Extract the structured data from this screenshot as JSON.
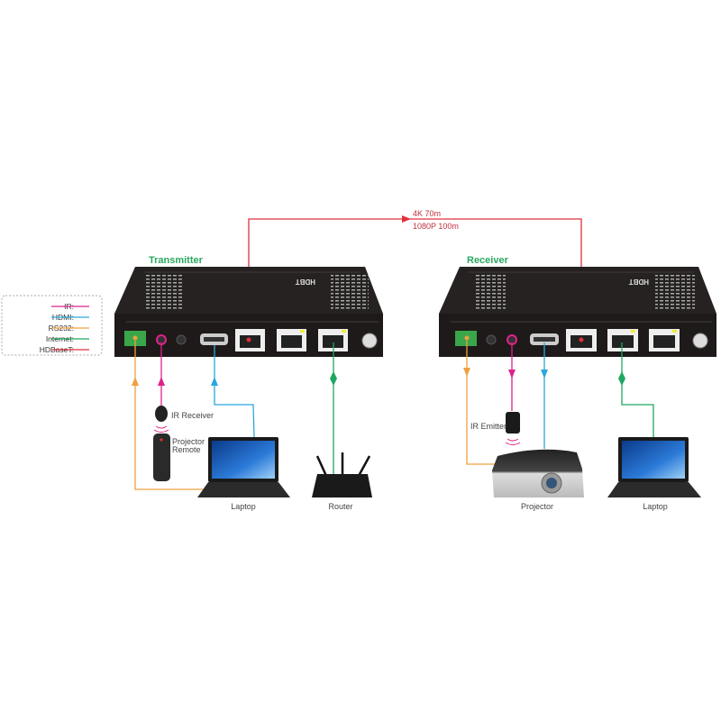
{
  "legend": {
    "items": [
      {
        "label": "IR:",
        "color": "#e0218a"
      },
      {
        "label": "HDMI:",
        "color": "#2aa7dc"
      },
      {
        "label": "RS232:",
        "color": "#f0a040"
      },
      {
        "label": "Internet:",
        "color": "#1fa860"
      },
      {
        "label": "HDBaseT:",
        "color": "#e0303c"
      }
    ]
  },
  "link": {
    "line1": "4K 70m",
    "line2": "1080P 100m"
  },
  "transmitter": {
    "title": "Transmitter",
    "logo": "HDBT"
  },
  "receiver": {
    "title": "Receiver",
    "logo": "HDBT"
  },
  "devices": {
    "ir_receiver": "IR Receiver",
    "remote_line1": "Projector",
    "remote_line2": "Remote",
    "tx_laptop": "Laptop",
    "router": "Router",
    "ir_emitter": "IR Emitter",
    "projector": "Projector",
    "rx_laptop": "Laptop"
  }
}
